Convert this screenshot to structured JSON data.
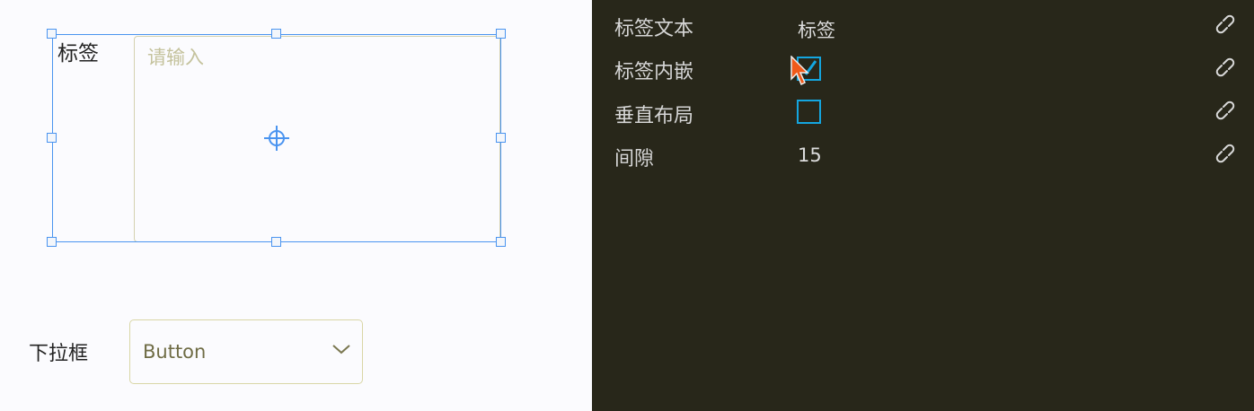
{
  "canvas": {
    "field_label": "标签",
    "input_placeholder": "请输入",
    "dropdown_label": "下拉框",
    "dropdown_value": "Button"
  },
  "properties": [
    {
      "label": "标签文本",
      "value": "标签",
      "type": "text"
    },
    {
      "label": "标签内嵌",
      "checked": true,
      "type": "checkbox"
    },
    {
      "label": "垂直布局",
      "checked": false,
      "type": "checkbox"
    },
    {
      "label": "间隙",
      "value": "15",
      "type": "text"
    }
  ],
  "colors": {
    "selection": "#4a94f0",
    "checkbox": "#14a6e0",
    "panel_bg": "#28271a"
  }
}
